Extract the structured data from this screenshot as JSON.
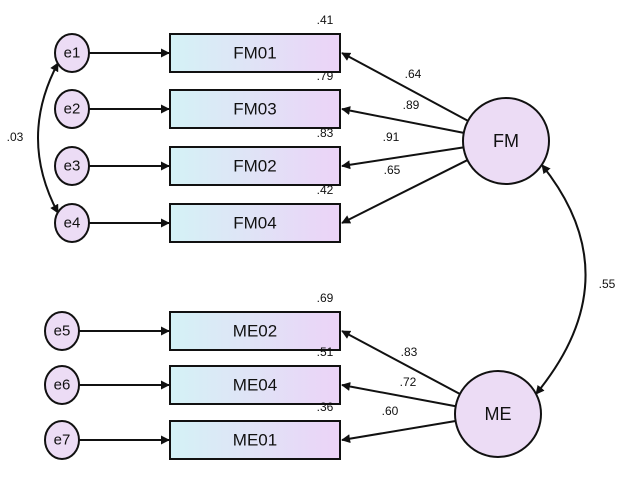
{
  "colors": {
    "node_fill": "#ecdcf5",
    "box_fill_left": "#d4f2f6",
    "box_fill_right": "#ecd3f7",
    "stroke": "#111111"
  },
  "latents": [
    {
      "id": "FM",
      "label": "FM"
    },
    {
      "id": "ME",
      "label": "ME"
    }
  ],
  "indicators": [
    {
      "id": "FM01",
      "label": "FM01",
      "r2": ".41",
      "loading": ".64",
      "factor": "FM",
      "error": "e1"
    },
    {
      "id": "FM03",
      "label": "FM03",
      "r2": ".79",
      "loading": ".89",
      "factor": "FM",
      "error": "e2"
    },
    {
      "id": "FM02",
      "label": "FM02",
      "r2": ".83",
      "loading": ".91",
      "factor": "FM",
      "error": "e3"
    },
    {
      "id": "FM04",
      "label": "FM04",
      "r2": ".42",
      "loading": ".65",
      "factor": "FM",
      "error": "e4"
    },
    {
      "id": "ME02",
      "label": "ME02",
      "r2": ".69",
      "loading": ".83",
      "factor": "ME",
      "error": "e5"
    },
    {
      "id": "ME04",
      "label": "ME04",
      "r2": ".51",
      "loading": ".72",
      "factor": "ME",
      "error": "e6"
    },
    {
      "id": "ME01",
      "label": "ME01",
      "r2": ".36",
      "loading": ".60",
      "factor": "ME",
      "error": "e7"
    }
  ],
  "errors": [
    {
      "id": "e1",
      "label": "e1"
    },
    {
      "id": "e2",
      "label": "e2"
    },
    {
      "id": "e3",
      "label": "e3"
    },
    {
      "id": "e4",
      "label": "e4"
    },
    {
      "id": "e5",
      "label": "e5"
    },
    {
      "id": "e6",
      "label": "e6"
    },
    {
      "id": "e7",
      "label": "e7"
    }
  ],
  "covariances": [
    {
      "from": "e1",
      "to": "e4",
      "value": ".03"
    },
    {
      "from": "FM",
      "to": "ME",
      "value": ".55"
    }
  ]
}
